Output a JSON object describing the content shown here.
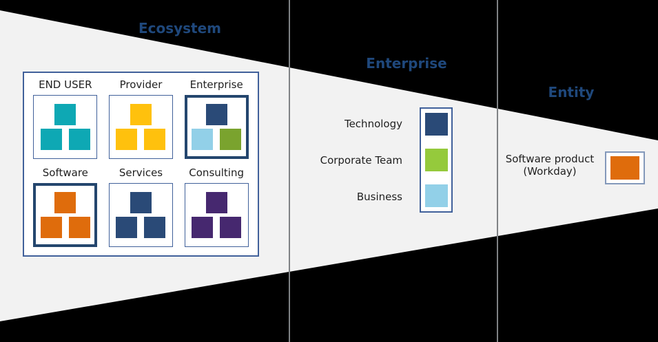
{
  "colors": {
    "background": "#000000",
    "funnel_fill": "#f2f2f2",
    "title_blue": "#1f487c",
    "divider_gray": "#7f8285",
    "box_border_blue": "#40609a",
    "thick_border_navy": "#24466e",
    "entity_box_border": "#8398ba",
    "teal": "#0ea8b4",
    "yellow": "#ffc10d",
    "navy": "#2a4a77",
    "light_blue": "#92d0e8",
    "olive_green": "#7aa32e",
    "lime_green": "#95ca3c",
    "orange": "#df6c0c",
    "purple": "#46286f"
  },
  "sections": {
    "ecosystem": {
      "title": "Ecosystem",
      "groups": [
        {
          "label": "END USER",
          "emphasis": false,
          "squares": [
            "teal",
            "teal",
            "teal"
          ]
        },
        {
          "label": "Provider",
          "emphasis": false,
          "squares": [
            "yellow",
            "yellow",
            "yellow"
          ]
        },
        {
          "label": "Enterprise",
          "emphasis": true,
          "squares": [
            "navy",
            "light_blue",
            "olive_green"
          ]
        },
        {
          "label": "Software",
          "emphasis": true,
          "squares": [
            "orange",
            "orange",
            "orange"
          ]
        },
        {
          "label": "Services",
          "emphasis": false,
          "squares": [
            "navy",
            "navy",
            "navy"
          ]
        },
        {
          "label": "Consulting",
          "emphasis": false,
          "squares": [
            "purple",
            "purple",
            "purple"
          ]
        }
      ]
    },
    "enterprise": {
      "title": "Enterprise",
      "items": [
        {
          "label": "Technology",
          "color": "navy"
        },
        {
          "label": "Corporate Team",
          "color": "lime_green"
        },
        {
          "label": "Business",
          "color": "light_blue"
        }
      ]
    },
    "entity": {
      "title": "Entity",
      "label_line1": "Software product",
      "label_line2": "(Workday)",
      "color": "orange"
    }
  }
}
